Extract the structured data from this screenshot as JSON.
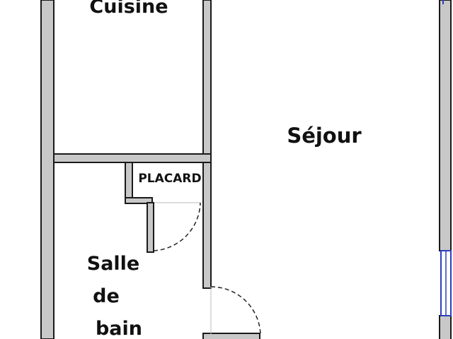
{
  "rooms": {
    "cuisine": "Cuisine",
    "sejour": "Séjour",
    "placard": "PLACARD",
    "salle_de_bain": [
      "Salle",
      "de",
      "bain"
    ]
  },
  "colors": {
    "wall_fill": "#c8c8c8",
    "wall_stroke": "#1a1a1a",
    "window": "#2a3fbf",
    "door_arc": "#222222",
    "background": "#ffffff"
  }
}
